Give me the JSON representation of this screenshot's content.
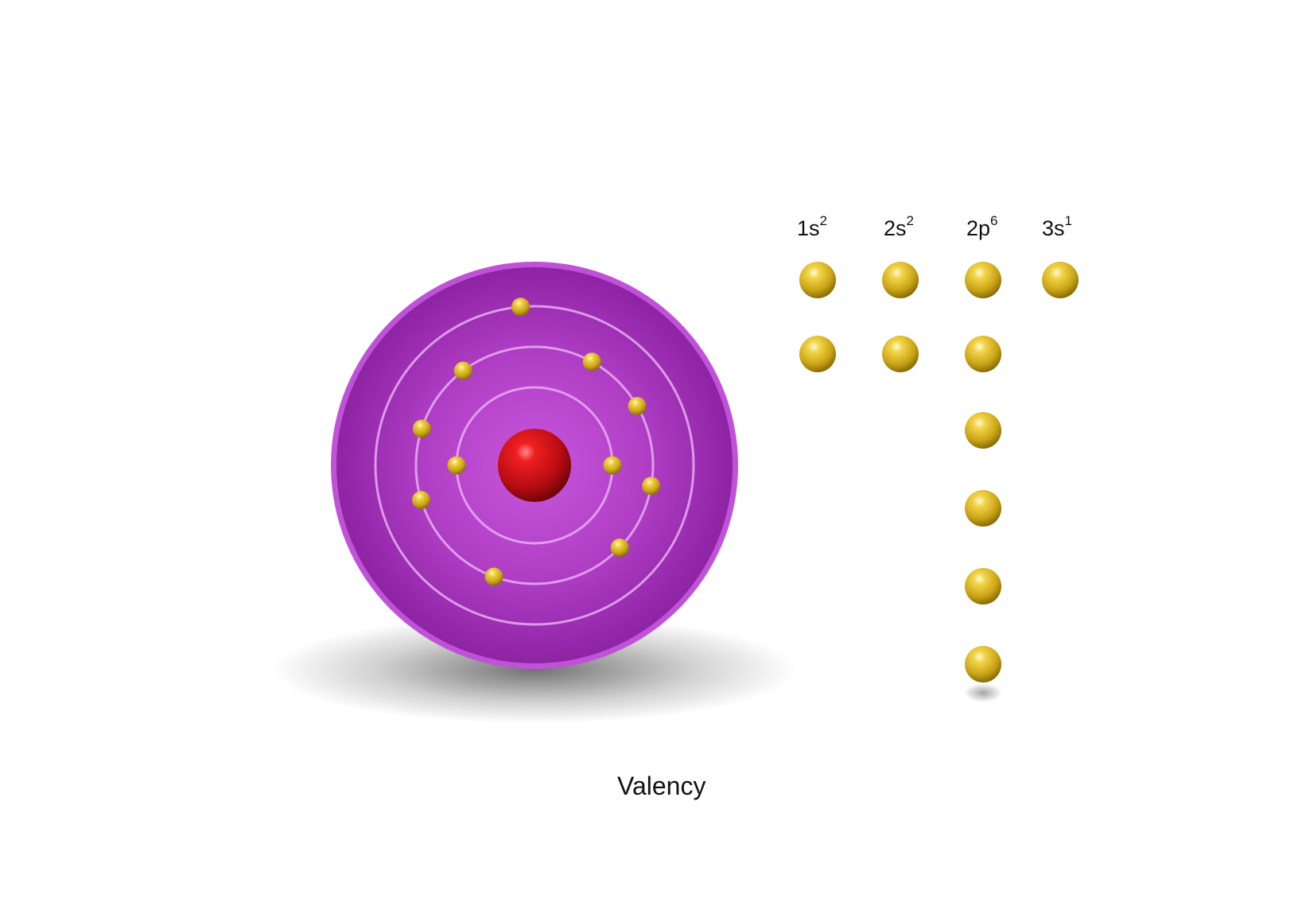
{
  "caption": "Valency",
  "colors": {
    "atom_outer": "#9a2fb0",
    "atom_inner": "#c44fd6",
    "atom_rim": "#c050d8",
    "orbit_ring": "#e3a9ee",
    "nucleus": "#d8121a",
    "electron": "#d6b21c"
  },
  "atom": {
    "shells": [
      {
        "name": "shell-1",
        "electrons": 2
      },
      {
        "name": "shell-2",
        "electrons": 8
      },
      {
        "name": "shell-3",
        "electrons": 1
      }
    ]
  },
  "orbitals": [
    {
      "base": "1s",
      "exponent": "2",
      "electrons": 2
    },
    {
      "base": "2s",
      "exponent": "2",
      "electrons": 2
    },
    {
      "base": "2p",
      "exponent": "6",
      "electrons": 6
    },
    {
      "base": "3s",
      "exponent": "1",
      "electrons": 1
    }
  ]
}
